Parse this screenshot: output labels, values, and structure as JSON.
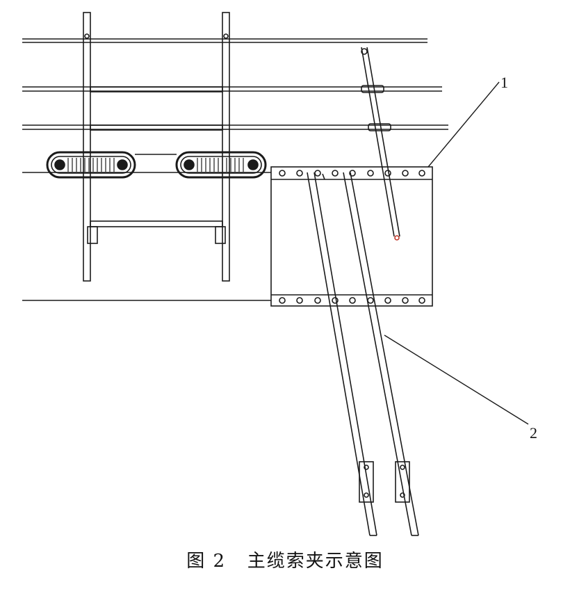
{
  "figure": {
    "callouts": [
      {
        "id": "1"
      },
      {
        "id": "2"
      }
    ]
  },
  "caption": {
    "number": "图 2",
    "title": "主缆索夹示意图"
  }
}
